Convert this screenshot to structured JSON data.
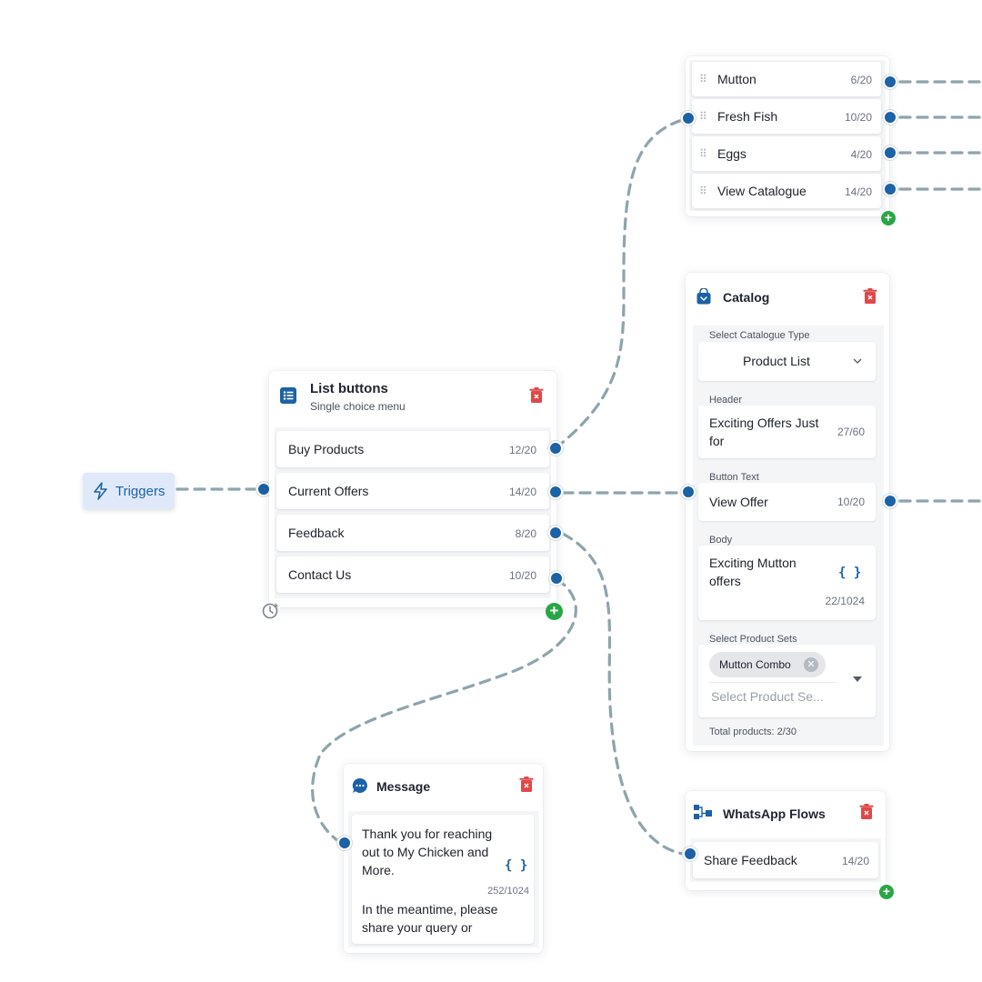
{
  "colors": {
    "accent": "#1b62a6",
    "wire": "#8ea4ad",
    "delete": "#e04848",
    "add": "#28a745",
    "trigger_bg": "#dfe9f9"
  },
  "trigger": {
    "label": "Triggers",
    "icon": "lightning-icon"
  },
  "list_buttons": {
    "title": "List buttons",
    "subtitle": "Single choice menu",
    "items": [
      {
        "label": "Buy Products",
        "count": "12/20"
      },
      {
        "label": "Current Offers",
        "count": "14/20"
      },
      {
        "label": "Feedback",
        "count": "8/20"
      },
      {
        "label": "Contact Us",
        "count": "10/20"
      }
    ]
  },
  "menu_list": {
    "items": [
      {
        "label": "Mutton",
        "count": "6/20"
      },
      {
        "label": "Fresh Fish",
        "count": "10/20"
      },
      {
        "label": "Eggs",
        "count": "4/20"
      },
      {
        "label": "View Catalogue",
        "count": "14/20"
      }
    ]
  },
  "catalog": {
    "title": "Catalog",
    "type_label": "Select Catalogue Type",
    "type_value": "Product List",
    "header_label": "Header",
    "header_value": "Exciting Offers Just for",
    "header_count": "27/60",
    "button_label": "Button Text",
    "button_value": "View Offer",
    "button_count": "10/20",
    "body_label": "Body",
    "body_value": "Exciting Mutton offers",
    "body_count": "22/1024",
    "product_sets_label": "Select Product Sets",
    "chip": "Mutton Combo",
    "product_sets_placeholder": "Select Product Se...",
    "total": "Total products: 2/30"
  },
  "message": {
    "title": "Message",
    "text": "Thank you for reaching out to My Chicken and More.",
    "count": "252/1024",
    "text2": "In the meantime, please share your query or"
  },
  "whatsapp_flows": {
    "title": "WhatsApp Flows",
    "item_label": "Share Feedback",
    "item_count": "14/20"
  }
}
